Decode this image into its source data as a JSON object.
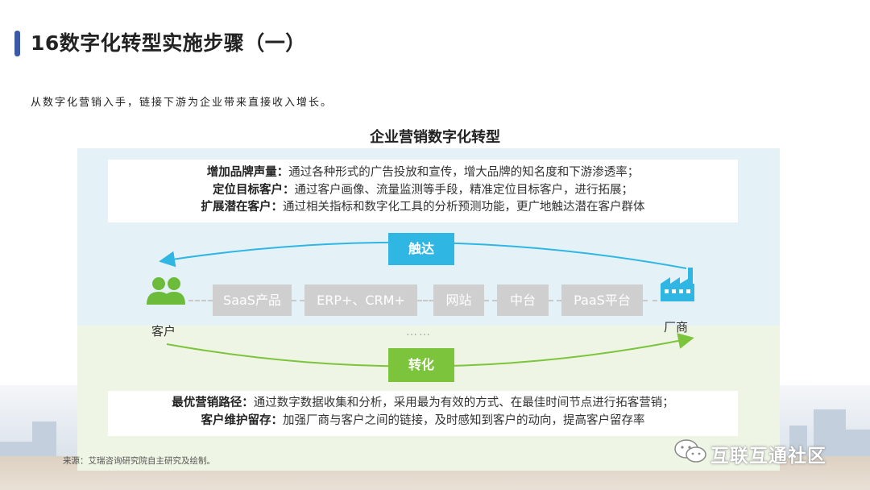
{
  "page": {
    "title": "16数字化转型实施步骤（一）",
    "subtitle": "从数字化营销入手，链接下游为企业带来直接收入增长。"
  },
  "diagram": {
    "title": "企业营销数字化转型",
    "top_box": [
      {
        "label": "增加品牌声量：",
        "text": "通过各种形式的广告投放和宣传，增大品牌的知名度和下游渗透率；"
      },
      {
        "label": "定位目标客户：",
        "text": "通过客户画像、流量监测等手段，精准定位目标客户，进行拓展；"
      },
      {
        "label": "扩展潜在客户：",
        "text": "通过相关指标和数字化工具的分析预测功能，更广地触达潜在客户群体"
      }
    ],
    "tag_top": "触达",
    "tag_bottom": "转化",
    "customer_label": "客户",
    "factory_label": "厂商",
    "channels": [
      "SaaS产品",
      "ERP+、CRM+",
      "网站",
      "中台",
      "PaaS平台"
    ],
    "ellipsis": "……",
    "bottom_box": [
      {
        "label": "最优营销路径：",
        "text": "通过数字数据收集和分析，采用最为有效的方式、在最佳时间节点进行拓客营销；"
      },
      {
        "label": "客户维护留存：",
        "text": "加强厂商与客户之间的链接，及时感知到客户的动向，提高客户留存率"
      }
    ],
    "source": "来源：艾瑞咨询研究院自主研究及绘制。"
  },
  "watermark": "互联互通社区",
  "colors": {
    "accent_blue": "#30b6e3",
    "accent_green": "#7cc43b",
    "title_bar": "#3b59a6",
    "chip_gray": "#cfcfcf"
  },
  "icons": [
    "customer-group-icon",
    "factory-icon",
    "wechat-icon"
  ]
}
